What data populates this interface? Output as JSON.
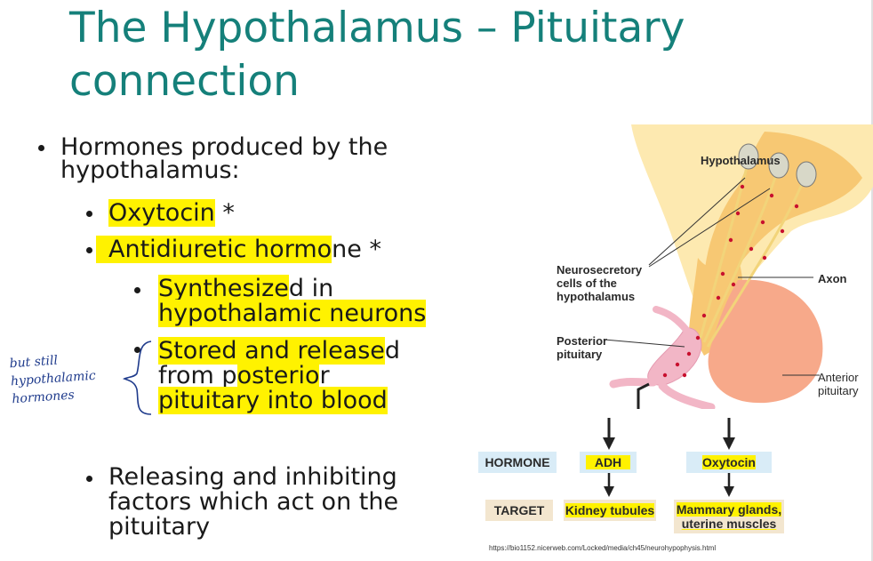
{
  "slide": {
    "title_line1": "The Hypothalamus – Pituitary",
    "title_line2": "connection"
  },
  "bullets": {
    "b1_line1": "Hormones produced by the",
    "b1_line2": "hypothalamus:",
    "b2_hl": "Oxytocin",
    "b2_plain": " *",
    "b3_hl": "Antidiuretic hormo",
    "b3_plain": "ne *",
    "b4_l1_hl": "Synthesize",
    "b4_l1_plain": "d in",
    "b4_l2": "hypothalamic neurons",
    "b5_l1_hl": "Stored and release",
    "b5_l1_plain": "d",
    "b5_l2_a": "from p",
    "b5_l2_hl": "osterio",
    "b5_l2_b": "r",
    "b5_l3": "pituitary into blood",
    "b6_line1": "Releasing and inhibiting",
    "b6_line2": "factors which act on the",
    "b6_line3": "pituitary"
  },
  "annotation": {
    "line1": "but still",
    "line2": "hypothalamic",
    "line3": "hormones"
  },
  "diagram": {
    "hypothalamus": "Hypothalamus",
    "neuro_l1": "Neurosecretory",
    "neuro_l2": "cells of the",
    "neuro_l3": "hypothalamus",
    "axon": "Axon",
    "posterior_l1": "Posterior",
    "posterior_l2": "pituitary",
    "anterior_l1": "Anterior",
    "anterior_l2": "pituitary",
    "hormone_label": "HORMONE",
    "target_label": "TARGET",
    "adh": "ADH",
    "oxytocin": "Oxytocin",
    "kidney": "Kidney tubules",
    "mammary_l1": "Mammary glands,",
    "mammary_l2": "uterine muscles",
    "url": "https://bio1152.nicerweb.com/Locked/media/ch45/neurohypophysis.html"
  },
  "colors": {
    "title": "#15807a",
    "highlight": "#fff200",
    "ink": "#1f3b8c",
    "gland_light": "#fde9b0",
    "gland_mid": "#f7c873",
    "anterior": "#f7a98a",
    "posterior": "#f2b6c6",
    "box_blue": "#d9ecf7",
    "box_tan": "#f3e6cf"
  }
}
